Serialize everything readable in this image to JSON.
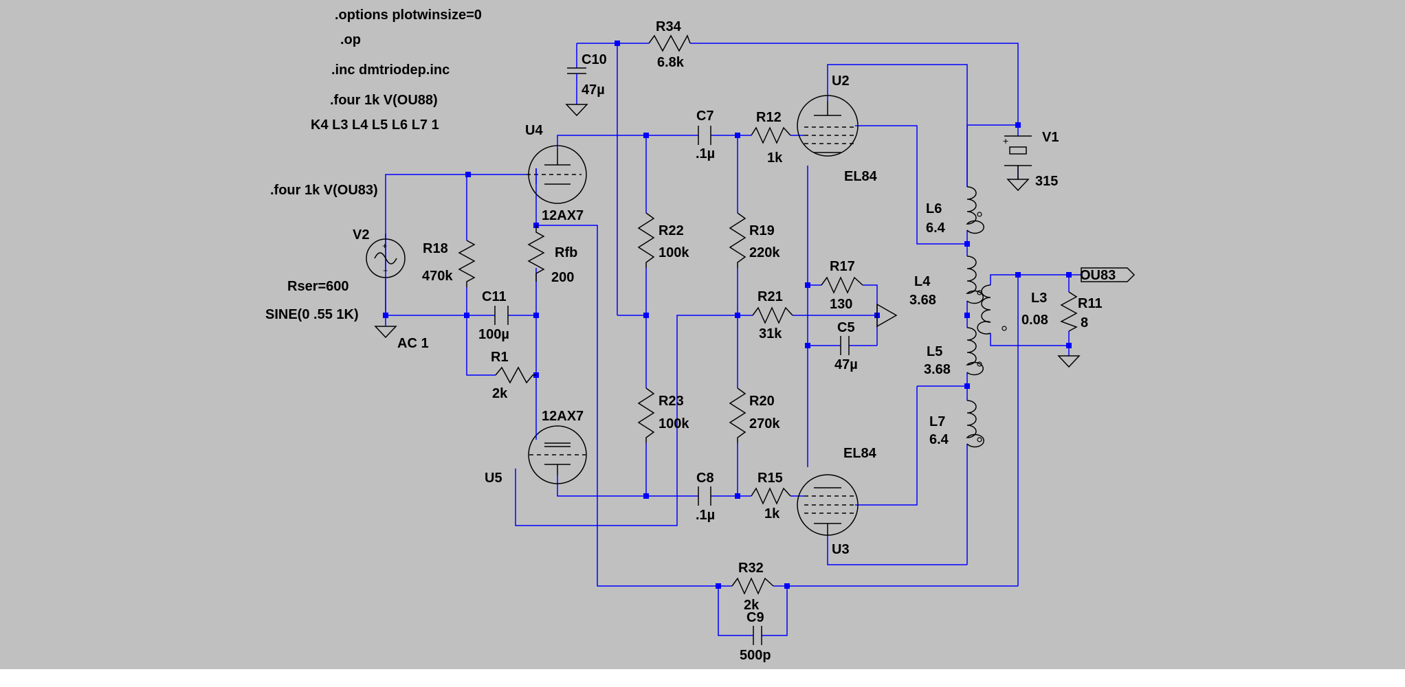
{
  "colors": {
    "background": "#c0c0c0",
    "wire": "#0000ff",
    "junction": "#0000ff",
    "component": "#000000",
    "text": "#000000",
    "strip": "#ffffff"
  },
  "directives": {
    "options": ".options plotwinsize=0",
    "op": ".op",
    "inc": ".inc dmtriodep.inc",
    "four88": ".four 1k V(OU88)",
    "coupling": "K4 L3 L4 L5 L6 L7 1",
    "four83": ".four 1k V(OU83)"
  },
  "labels": {
    "R34": "R34",
    "R34_val": "6.8k",
    "C10": "C10",
    "C10_val": "47µ",
    "U4": "U4",
    "U4_val": "12AX7",
    "C7": "C7",
    "C7_val": ".1µ",
    "R12": "R12",
    "R12_val": "1k",
    "U2": "U2",
    "U2_val": "EL84",
    "V1": "V1",
    "V1_val": "315",
    "V2": "V2",
    "V2_ser": "Rser=600",
    "V2_sine": "SINE(0 .55 1K)",
    "V2_ac": "AC 1",
    "R18": "R18",
    "R18_val": "470k",
    "Rfb": "Rfb",
    "Rfb_val": "200",
    "R22": "R22",
    "R22_val": "100k",
    "R19": "R19",
    "R19_val": "220k",
    "L6": "L6",
    "L6_val": "6.4",
    "R17": "R17",
    "R17_val": "130",
    "L4": "L4",
    "L4_val": "3.68",
    "L3": "L3",
    "L3_val": "0.08",
    "R11": "R11",
    "R11_val": "8",
    "C11": "C11",
    "C11_val": "100µ",
    "R21": "R21",
    "R21_val": "31k",
    "C5": "C5",
    "C5_val": "47µ",
    "R1": "R1",
    "R1_val": "2k",
    "L5": "L5",
    "L5_val": "3.68",
    "R23": "R23",
    "R23_val": "100k",
    "R20": "R20",
    "R20_val": "270k",
    "U5": "U5",
    "U5_val": "12AX7",
    "L7": "L7",
    "L7_val": "6.4",
    "U3": "U3",
    "U3_val": "EL84",
    "C8": "C8",
    "C8_val": ".1µ",
    "R15": "R15",
    "R15_val": "1k",
    "R32": "R32",
    "R32_val": "2k",
    "C9": "C9",
    "C9_val": "500p",
    "OU83": "OU83"
  }
}
